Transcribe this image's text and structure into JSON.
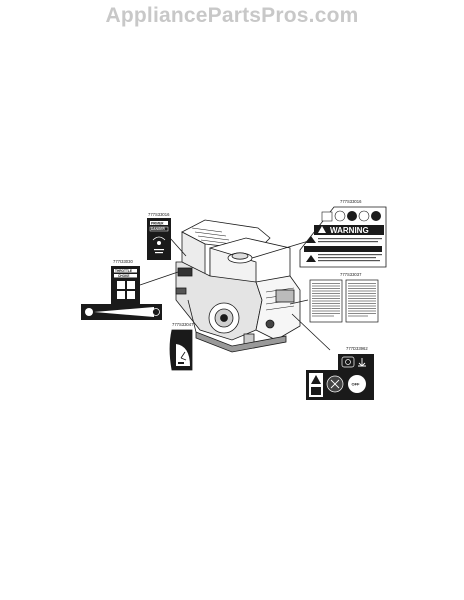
{
  "watermark": "AppliancePartsPros.com",
  "labels": {
    "warning_decal": "777S33016",
    "primer_decal": "777S33016",
    "throttle_decal": "777I33030",
    "instruction_decal": "777S33037",
    "choke_decal": "777S33047",
    "control_decal": "777D33962"
  },
  "decal_text": {
    "warning": "WARNING",
    "primer": "PRIMER",
    "primer_sub": "DANGER",
    "throttle": "THROTTLE",
    "throttle_sub": "CHOKE",
    "off": "OFF"
  },
  "colors": {
    "ink": "#1a1a1a",
    "watermark": "#c8c8c8"
  }
}
